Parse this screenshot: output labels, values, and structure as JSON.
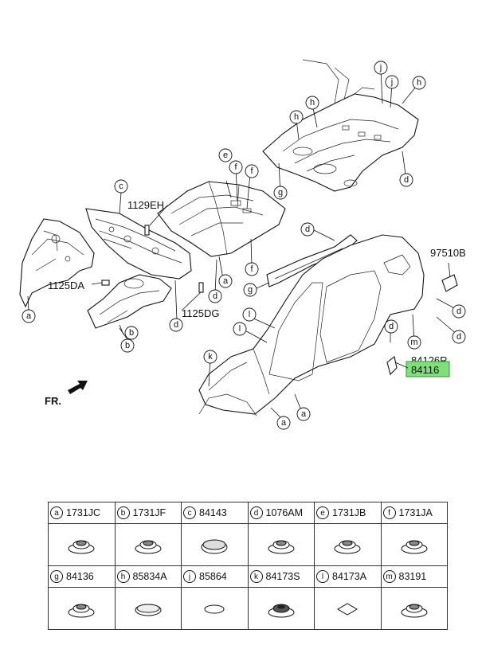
{
  "diagram": {
    "part_numbers": {
      "p1129EH": "1129EH",
      "p1125DA": "1125DA",
      "p1125DG": "1125DG",
      "p97510B": "97510B",
      "p84126R": "84126R",
      "p84116": "84116"
    },
    "front_label": "FR.",
    "highlight_color": "#7fe07a",
    "callout_letters": [
      "a",
      "b",
      "c",
      "d",
      "e",
      "f",
      "g",
      "h",
      "j",
      "k",
      "l",
      "m"
    ]
  },
  "legend": {
    "items": [
      {
        "letter": "a",
        "code": "1731JC",
        "icon": "grommet-plug-icon"
      },
      {
        "letter": "b",
        "code": "1731JF",
        "icon": "grommet-plug-icon"
      },
      {
        "letter": "c",
        "code": "84143",
        "icon": "oval-plug-icon"
      },
      {
        "letter": "d",
        "code": "1076AM",
        "icon": "grommet-plug-icon"
      },
      {
        "letter": "e",
        "code": "1731JB",
        "icon": "grommet-plug-icon"
      },
      {
        "letter": "f",
        "code": "1731JA",
        "icon": "grommet-plug-icon"
      },
      {
        "letter": "g",
        "code": "84136",
        "icon": "grommet-plug-icon"
      },
      {
        "letter": "h",
        "code": "85834A",
        "icon": "flat-disc-icon"
      },
      {
        "letter": "j",
        "code": "85864",
        "icon": "thin-oval-icon"
      },
      {
        "letter": "k",
        "code": "84173S",
        "icon": "dark-grommet-icon"
      },
      {
        "letter": "l",
        "code": "84173A",
        "icon": "diamond-pad-icon"
      },
      {
        "letter": "m",
        "code": "83191",
        "icon": "grommet-plug-icon"
      }
    ]
  }
}
